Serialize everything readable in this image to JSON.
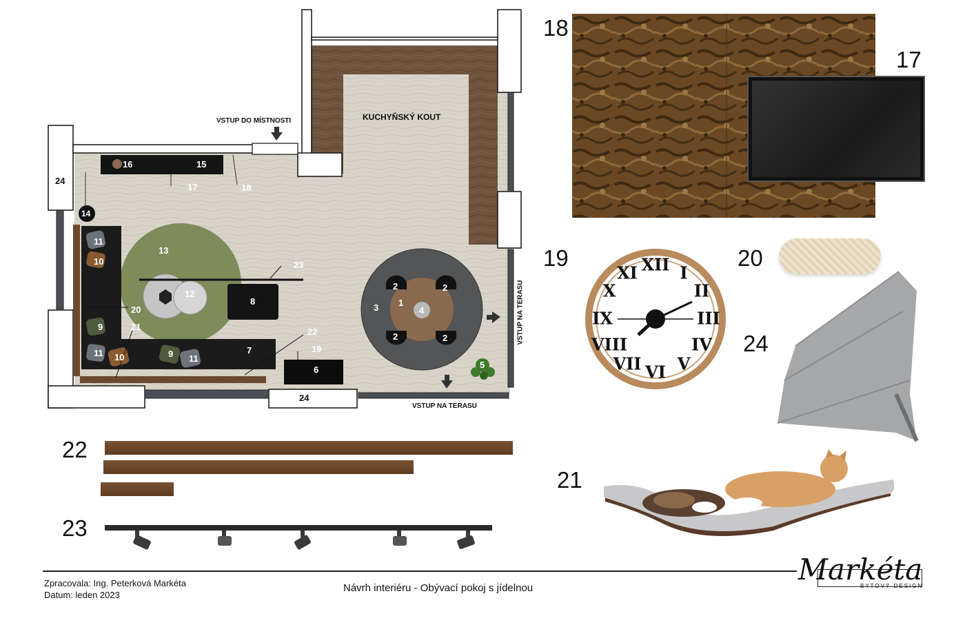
{
  "plan": {
    "entrance_room": "VSTUP DO MÍSTNOSTI",
    "kitchen": "KUCHYŇSKÝ KOUT",
    "entrance_terrace_right": "VSTUP NA TERASU",
    "entrance_terrace_bottom": "VSTUP NA TERASU",
    "markers": [
      {
        "id": "m16",
        "label": "16"
      },
      {
        "id": "m15",
        "label": "15"
      },
      {
        "id": "m17",
        "label": "17"
      },
      {
        "id": "m18",
        "label": "18"
      },
      {
        "id": "m24a",
        "label": "24"
      },
      {
        "id": "m14",
        "label": "14"
      },
      {
        "id": "m13",
        "label": "13"
      },
      {
        "id": "m23",
        "label": "23"
      },
      {
        "id": "m11a",
        "label": "11"
      },
      {
        "id": "m10a",
        "label": "10"
      },
      {
        "id": "m12",
        "label": "12"
      },
      {
        "id": "m8",
        "label": "8"
      },
      {
        "id": "m20",
        "label": "20"
      },
      {
        "id": "m9a",
        "label": "9"
      },
      {
        "id": "m21",
        "label": "21"
      },
      {
        "id": "m22",
        "label": "22"
      },
      {
        "id": "m19",
        "label": "19"
      },
      {
        "id": "m11b",
        "label": "11"
      },
      {
        "id": "m10b",
        "label": "10"
      },
      {
        "id": "m9b",
        "label": "9"
      },
      {
        "id": "m11c",
        "label": "11"
      },
      {
        "id": "m7",
        "label": "7"
      },
      {
        "id": "m6",
        "label": "6"
      },
      {
        "id": "m24b",
        "label": "24"
      },
      {
        "id": "m3",
        "label": "3"
      },
      {
        "id": "m1",
        "label": "1"
      },
      {
        "id": "m4",
        "label": "4"
      },
      {
        "id": "m2a",
        "label": "2"
      },
      {
        "id": "m2b",
        "label": "2"
      },
      {
        "id": "m2c",
        "label": "2"
      },
      {
        "id": "m2d",
        "label": "2"
      },
      {
        "id": "m5",
        "label": "5"
      }
    ]
  },
  "legend": {
    "n18": "18",
    "n17": "17",
    "n19": "19",
    "n20": "20",
    "n24": "24",
    "n21": "21",
    "n22": "22",
    "n23": "23"
  },
  "footer": {
    "author": "Zpracovala: Ing. Peterková Markéta",
    "date": "Datum: leden 2023",
    "title": "Návrh interiéru - Obývací pokoj s jídelnou",
    "logo_script": "Markéta",
    "logo_sub": "BYTOVÝ DESIGN"
  },
  "colors": {
    "floor": "#d6d1c6",
    "wall": "#ffffff",
    "wood": "#6a4f3a",
    "rug": "#7f8e5b",
    "furniture": "#1c1c1c",
    "cork": "#6b4a26",
    "table_ring": "#555555"
  }
}
